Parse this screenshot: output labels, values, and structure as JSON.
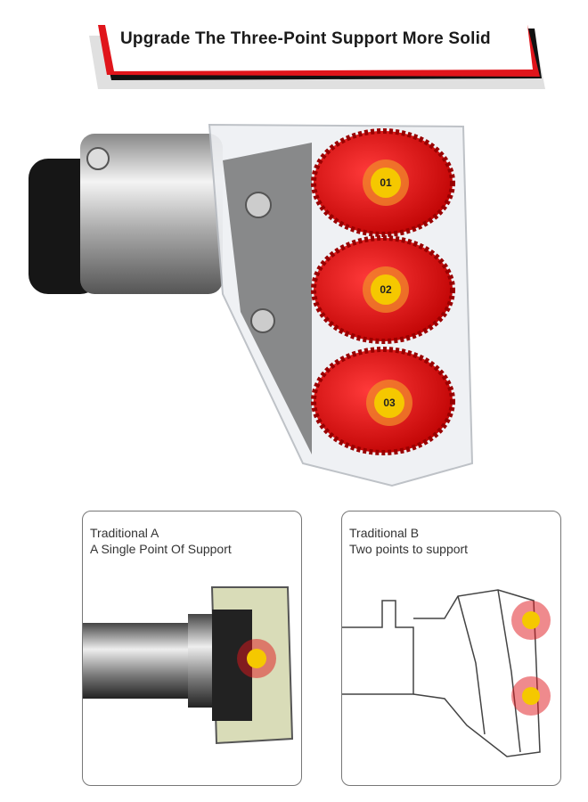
{
  "banner": {
    "title": "Upgrade The Three-Point Support More Solid"
  },
  "gears": [
    {
      "label": "01"
    },
    {
      "label": "02"
    },
    {
      "label": "03"
    }
  ],
  "panel_a": {
    "line1": "Traditional A",
    "line2": "A Single Point Of Support"
  },
  "panel_b": {
    "line1": "Traditional B",
    "line2": "Two points to support"
  },
  "colors": {
    "accent_red": "#e0151b",
    "dot_yellow": "#f5c800",
    "ring_orange": "#f08a2a"
  }
}
